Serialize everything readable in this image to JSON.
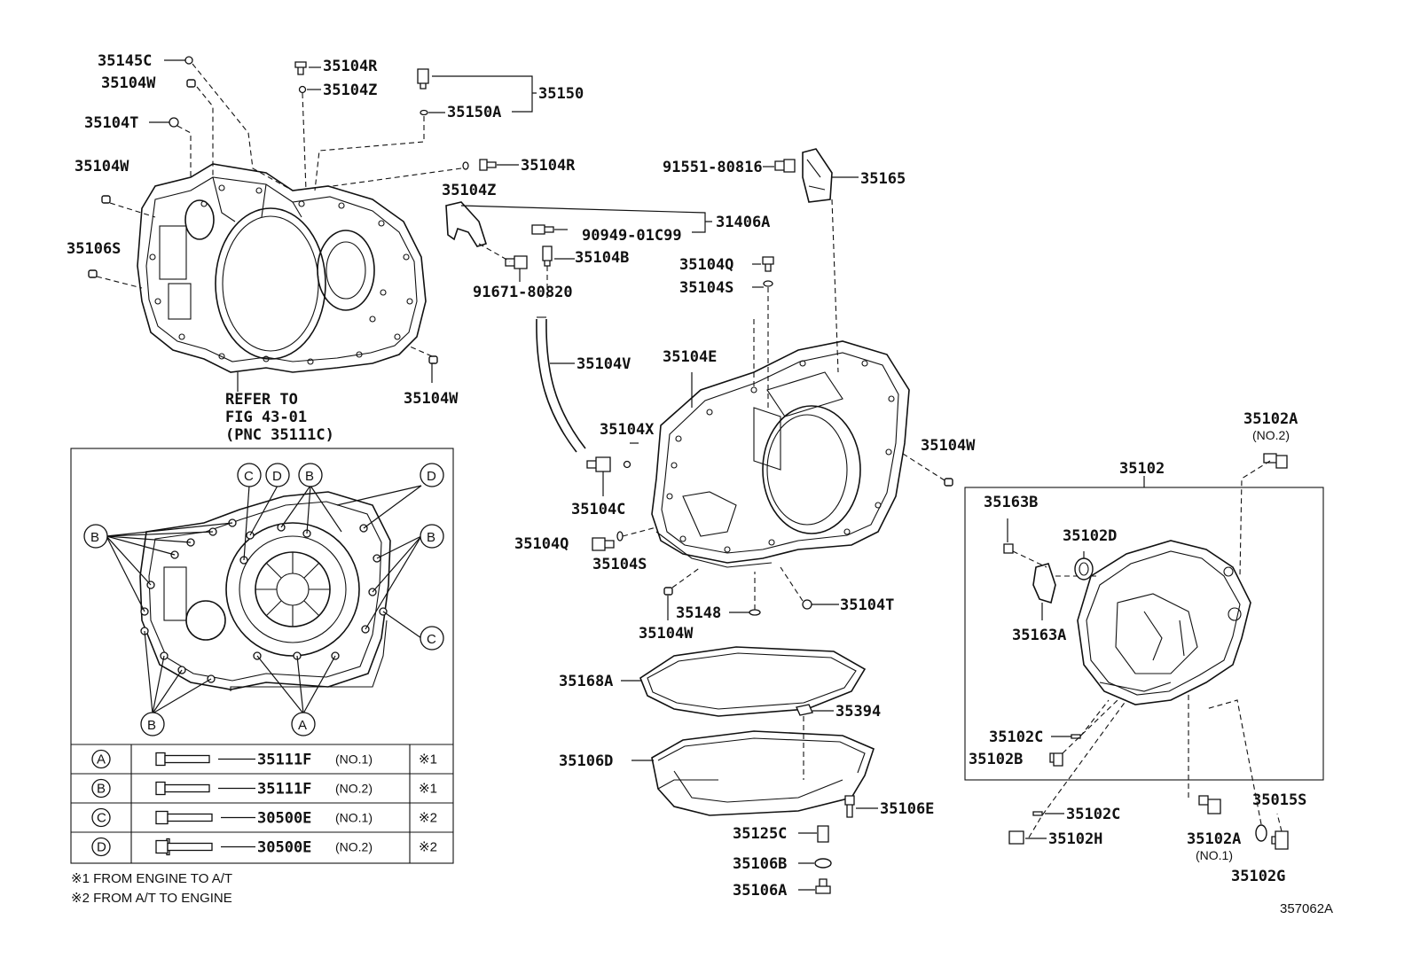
{
  "labels": {
    "l35145C": "35145C",
    "l35104W_a": "35104W",
    "l35104T_a": "35104T",
    "l35104W_b": "35104W",
    "l35106S": "35106S",
    "l35104R_a": "35104R",
    "l35104Z_a": "35104Z",
    "l35150": "35150",
    "l35150A": "35150A",
    "l35104R_b": "35104R",
    "l35104Z_b": "35104Z",
    "l31406A": "31406A",
    "l90949": "90949-01C99",
    "l35104B": "35104B",
    "l91671": "91671-80820",
    "l91551": "91551-80816",
    "l35165": "35165",
    "l35104Q_a": "35104Q",
    "l35104S_a": "35104S",
    "l35104V": "35104V",
    "l35104E": "35104E",
    "l35104W_c": "35104W",
    "l35104X": "35104X",
    "l35104C": "35104C",
    "l35104W_d": "35104W",
    "l35104Q_b": "35104Q",
    "l35104S_b": "35104S",
    "l35148": "35148",
    "l35104T_b": "35104T",
    "l35104W_e": "35104W",
    "l35102A_a": "35102A",
    "l35102A_a_no": "(NO.2)",
    "l35102": "35102",
    "l35163B": "35163B",
    "l35102D": "35102D",
    "l35163A": "35163A",
    "l35102C_a": "35102C",
    "l35102B": "35102B",
    "l35102C_b": "35102C",
    "l35102H": "35102H",
    "l35102A_b": "35102A",
    "l35102A_b_no": "(NO.1)",
    "l35015S": "35015S",
    "l35102G": "35102G",
    "l35168A": "35168A",
    "l35394": "35394",
    "l35106D": "35106D",
    "l35106E": "35106E",
    "l35125C": "35125C",
    "l35106B": "35106B",
    "l35106A": "35106A",
    "refer1": "REFER TO",
    "refer2": "FIG 43-01",
    "refer3": "(PNC 35111C)"
  },
  "callouts": {
    "A": "A",
    "B": "B",
    "C": "C",
    "D": "D"
  },
  "table": [
    {
      "key": "A",
      "part": "35111F",
      "no": "(NO.1)",
      "mark": "※1"
    },
    {
      "key": "B",
      "part": "35111F",
      "no": "(NO.2)",
      "mark": "※1"
    },
    {
      "key": "C",
      "part": "30500E",
      "no": "(NO.1)",
      "mark": "※2"
    },
    {
      "key": "D",
      "part": "30500E",
      "no": "(NO.2)",
      "mark": "※2"
    }
  ],
  "footnotes": {
    "f1": "※1 FROM ENGINE TO A/T",
    "f2": "※2 FROM A/T TO ENGINE"
  },
  "figure_id": "357062A"
}
